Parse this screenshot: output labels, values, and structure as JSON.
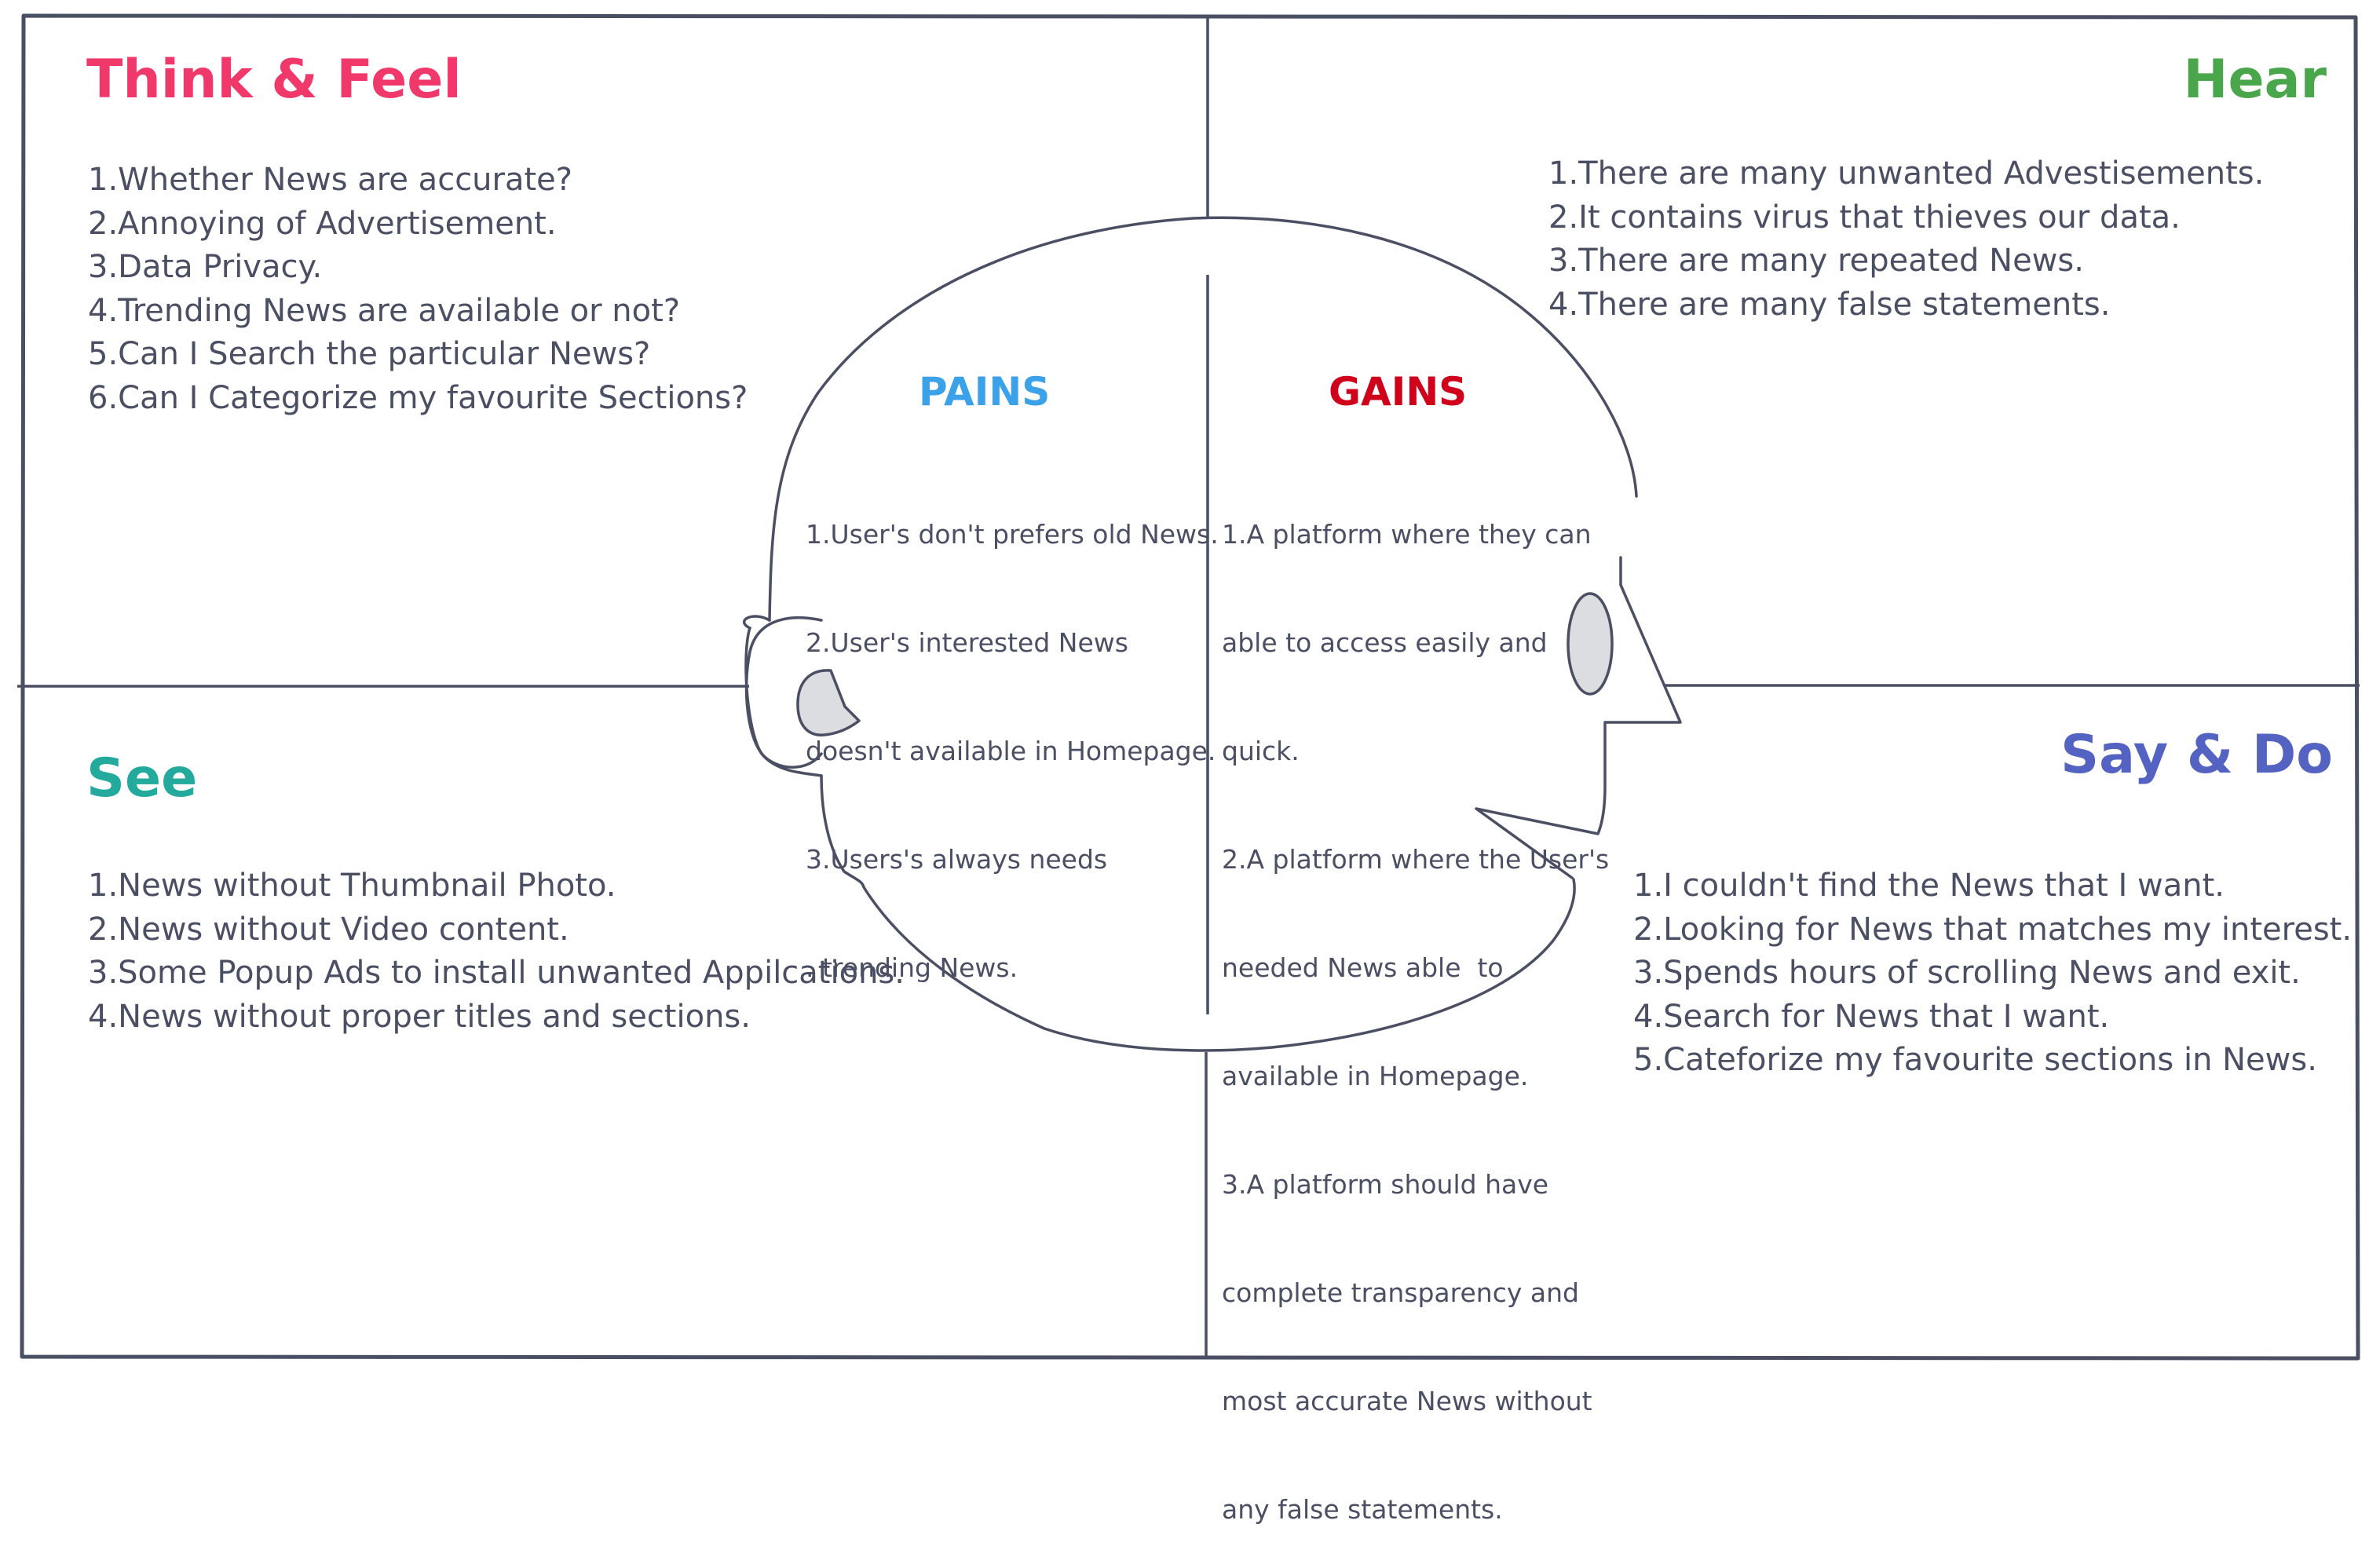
{
  "colors": {
    "think_feel": "#f0386b",
    "hear": "#4aa64a",
    "see": "#23aa9d",
    "say_do": "#5462c1",
    "pains": "#3ba1e8",
    "gains": "#d0021b",
    "lines": "#4a4f63",
    "face_fill": "#dcdde0"
  },
  "think_feel": {
    "title": "Think & Feel",
    "items": [
      "1.Whether News are accurate?",
      "2.Annoying of Advertisement.",
      "3.Data Privacy.",
      "4.Trending News are available or not?",
      "5.Can I Search the particular News?",
      "6.Can I Categorize my favourite Sections?"
    ]
  },
  "hear": {
    "title": "Hear",
    "items": [
      "1.There are many unwanted Advestisements.",
      "2.It contains virus that thieves our data.",
      "3.There are many repeated News.",
      "4.There are many false statements."
    ]
  },
  "see": {
    "title": "See",
    "items": [
      "1.News without Thumbnail Photo.",
      "2.News without Video content.",
      "3.Some Popup Ads to install unwanted Appilcations.",
      "4.News without proper titles and sections."
    ]
  },
  "say_do": {
    "title": "Say & Do",
    "items": [
      "1.I couldn't find the News that I want.",
      "2.Looking for News that matches my interest.",
      "3.Spends hours of scrolling News and exit.",
      "4.Search for News that I want.",
      "5.Cateforize my favourite sections in News."
    ]
  },
  "pains": {
    "title": "PAINS",
    "lines": [
      "1.User's don't prefers old News.",
      "2.User's interested News",
      "doesn't available in Homepage.",
      "3.Users's always needs",
      ". trending News."
    ]
  },
  "gains": {
    "title": "GAINS",
    "lines": [
      "1.A platform where they can",
      "able to access easily and",
      "quick.",
      "2.A platform where the User's",
      "needed News able  to",
      "available in Homepage.",
      "3.A platform should have",
      "complete transparency and",
      "most accurate News without",
      "any false statements."
    ]
  }
}
